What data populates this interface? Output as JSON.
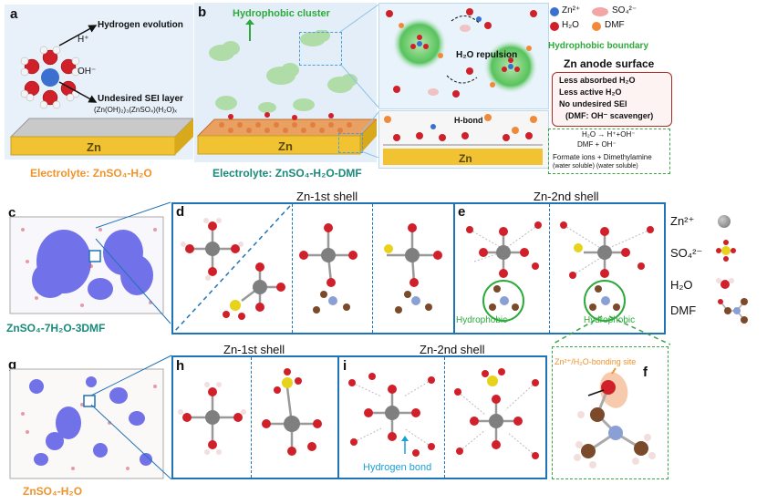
{
  "panels": {
    "a": {
      "label": "a",
      "hydrogen_evolution": "Hydrogen evolution",
      "h_plus": "H⁺",
      "oh_minus": "OH⁻",
      "undesired_sei": "Undesired SEI layer",
      "sei_formula": "(Zn(OH)₂)₃(ZnSO₄)(H₂O)ₓ",
      "electrode": "Zn",
      "electrolyte": "Electrolyte: ZnSO₄-H₂O"
    },
    "b": {
      "label": "b",
      "hydrophobic_cluster": "Hydrophobic cluster",
      "electrode": "Zn",
      "electrolyte": "Electrolyte: ZnSO₄-H₂O-DMF",
      "legend": {
        "zn": "Zn²⁺",
        "so4": "SO₄²⁻",
        "h2o": "H₂O",
        "dmf": "DMF"
      },
      "h2o_repulsion": "H₂O repulsion",
      "hydrophobic_boundary": "Hydrophobic boundary",
      "anode_title": "Zn anode surface",
      "anode_points": [
        "Less absorbed H₂O",
        "Less active H₂O",
        "No undesired SEI",
        "(DMF: OH⁻ scavenger)"
      ],
      "h_bond": "H-bond",
      "zn_bottom": "Zn",
      "reaction_1": "H₂O → H⁺+OH⁻",
      "reaction_2": "DMF + OH⁻",
      "reaction_3a": "Formate ions + Dimethylamine",
      "reaction_3b": "(water soluble)   (water soluble)"
    },
    "c": {
      "label": "c",
      "caption": "ZnSO₄-7H₂O-3DMF"
    },
    "d": {
      "label": "d"
    },
    "e": {
      "label": "e",
      "hydrophobic_1": "Hydrophobic",
      "hydrophobic_2": "Hydrophobic"
    },
    "shell_1_title": "Zn-1st shell",
    "shell_2_title": "Zn-2nd shell",
    "g": {
      "label": "g",
      "caption": "ZnSO₄-H₂O"
    },
    "h": {
      "label": "h",
      "title": "Zn-1st shell"
    },
    "i": {
      "label": "i",
      "title": "Zn-2nd shell",
      "hbond": "Hydrogen bond"
    },
    "f": {
      "label": "f",
      "site": "Zn²⁺/H₂O-bonding site"
    },
    "right_legend": {
      "zn": "Zn²⁺",
      "so4": "SO₄²⁻",
      "h2o": "H₂O",
      "dmf": "DMF"
    }
  },
  "colors": {
    "zn_atom": "#7f7f7f",
    "oxygen": "#d0202a",
    "hydrogen": "#f0e0e0",
    "sulfur": "#e8d21a",
    "nitrogen": "#8a9fd6",
    "carbon": "#7a4a2a",
    "panel_border": "#1f73b7",
    "green_accent": "#2eaa3c",
    "orange_caption": "#f0932b",
    "teal_caption": "#1a8a7a",
    "anode_box_border": "#b02a2a"
  }
}
